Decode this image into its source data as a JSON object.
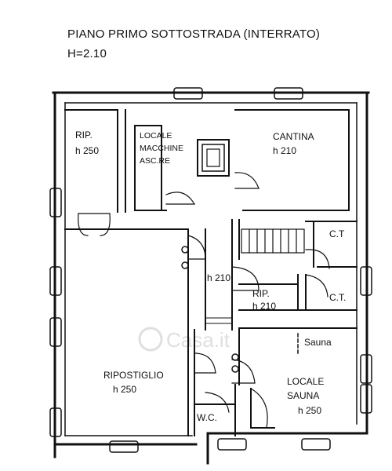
{
  "header": {
    "title": "PIANO PRIMO SOTTOSTRADA (INTERRATO)",
    "height": "H=2.10"
  },
  "rooms": [
    {
      "id": "rip-top",
      "name": "RIP.",
      "height": "h 250"
    },
    {
      "id": "locale-macchine",
      "name_line1": "LOCALE",
      "name_line2": "MACCHINE",
      "name_line3": "ASC.RE"
    },
    {
      "id": "cantina",
      "name": "CANTINA",
      "height": "h 210"
    },
    {
      "id": "ct-top",
      "name": "C.T"
    },
    {
      "id": "corridor",
      "height": "h 210"
    },
    {
      "id": "rip-mid",
      "name": "RIP.",
      "height": "h 210"
    },
    {
      "id": "ct-bottom",
      "name": "C.T."
    },
    {
      "id": "sauna",
      "name": "Sauna"
    },
    {
      "id": "ripostiglio",
      "name": "RIPOSTIGLIO",
      "height": "h 250"
    },
    {
      "id": "locale-sauna",
      "name_line1": "LOCALE",
      "name_line2": "SAUNA",
      "height": "h 250"
    },
    {
      "id": "wc",
      "name": "W.C."
    }
  ],
  "watermark": "Casa.it"
}
